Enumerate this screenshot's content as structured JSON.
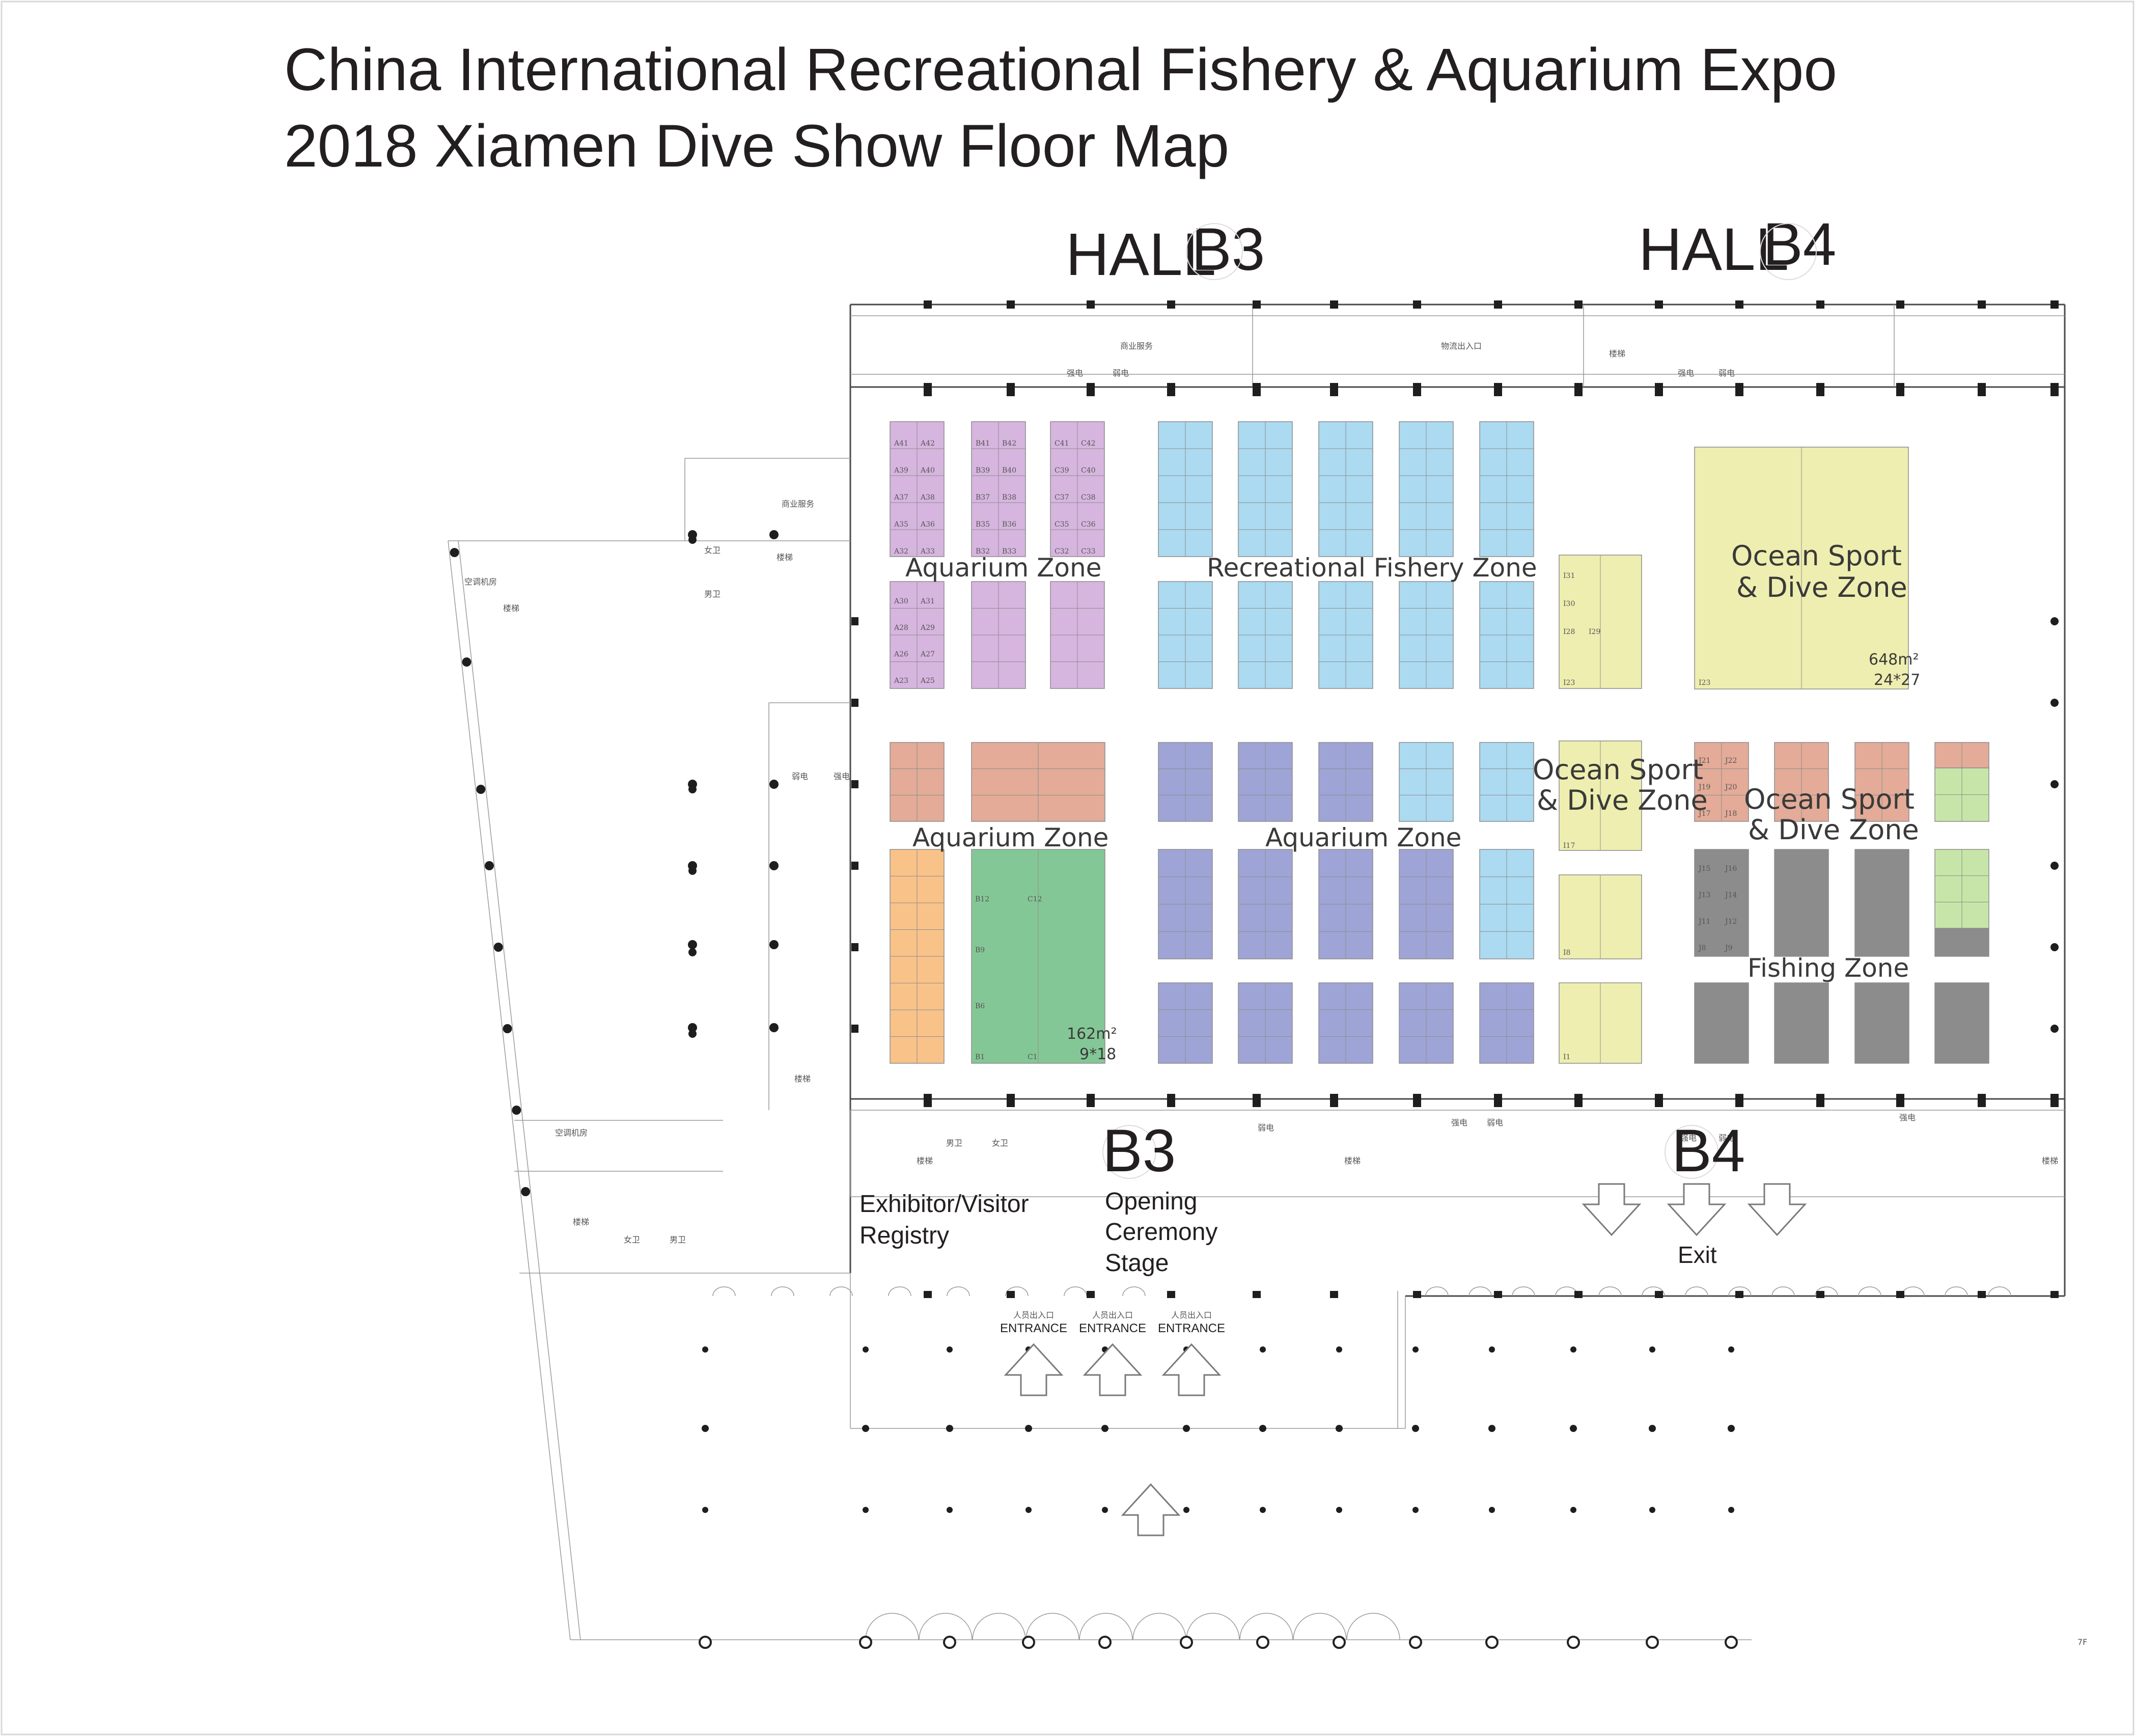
{
  "title": {
    "line1": "China International Recreational Fishery & Aquarium Expo",
    "line2": "2018 Xiamen Dive Show Floor Map"
  },
  "halls": {
    "b3": {
      "prefix": "HALL",
      "code": "B3"
    },
    "b4": {
      "prefix": "HALL",
      "code": "B4"
    }
  },
  "colors": {
    "aquarium_purple": "#d6b5df",
    "fishery_blue": "#abdaf1",
    "dive_yellow": "#eeeeb0",
    "salmon": "#e3ab98",
    "indigo": "#9fa4d6",
    "orange": "#f8c289",
    "green": "#84c796",
    "gray": "#8c8c8c",
    "light_green": "#c7e5a8"
  },
  "zones": {
    "aquarium_top": "Aquarium Zone",
    "recreational_fishery": "Recreational Fishery Zone",
    "ocean_dive_large": [
      "Ocean Sport",
      "& Dive Zone"
    ],
    "ocean_dive_small": [
      "Ocean Sport",
      "& Dive Zone"
    ],
    "ocean_dive_right": [
      "Ocean Sport",
      "& Dive Zone"
    ],
    "aquarium_mid_left": "Aquarium Zone",
    "aquarium_mid_center": "Aquarium Zone",
    "fishing": "Fishing Zone"
  },
  "booth_notes": {
    "large_area": "648m²",
    "large_dims": "24*27",
    "green_area": "162m²",
    "green_dims": "9*18"
  },
  "booth_codes": {
    "a": [
      "A41",
      "A42",
      "A39",
      "A40",
      "A37",
      "A38",
      "A35",
      "A36",
      "A32",
      "A33"
    ],
    "b": [
      "B41",
      "B42",
      "B39",
      "B40",
      "B37",
      "B38",
      "B35",
      "B36",
      "B32",
      "B33"
    ],
    "c": [
      "C41",
      "C42",
      "C39",
      "C40",
      "C37",
      "C38",
      "C35",
      "C36",
      "C32",
      "C33"
    ],
    "a_low": [
      "A30",
      "A31",
      "A28",
      "A29",
      "A26",
      "A27",
      "A23",
      "A25"
    ],
    "j": [
      "J21",
      "J22",
      "J19",
      "J20",
      "J17",
      "J18"
    ],
    "gray": [
      "J15",
      "J16",
      "J13",
      "J14",
      "J11",
      "J12",
      "J8",
      "J9"
    ],
    "i": [
      "I31",
      "I30",
      "I28",
      "I29",
      "I23",
      "I17",
      "I8",
      "I1"
    ],
    "green": [
      "B12",
      "C12",
      "B9",
      "B6",
      "B1",
      "C1"
    ]
  },
  "places": {
    "registry": [
      "Exhibitor/Visitor",
      "Registry"
    ],
    "stage": [
      "Opening",
      "Ceremony",
      "Stage"
    ],
    "b3_label": "B3",
    "b4_label": "B4",
    "exit": "Exit",
    "entrance_cn": "人员出入口",
    "entrance_en": "ENTRANCE"
  },
  "annotations": {
    "commercial_service": "商业服务",
    "logistics_entrance": "物流出入口",
    "strong_power": "强电",
    "weak_power": "弱电",
    "stairs": "楼梯",
    "ac_room": "空调机房",
    "female_wc": "女卫",
    "male_wc": "男卫",
    "floor": "7F"
  }
}
